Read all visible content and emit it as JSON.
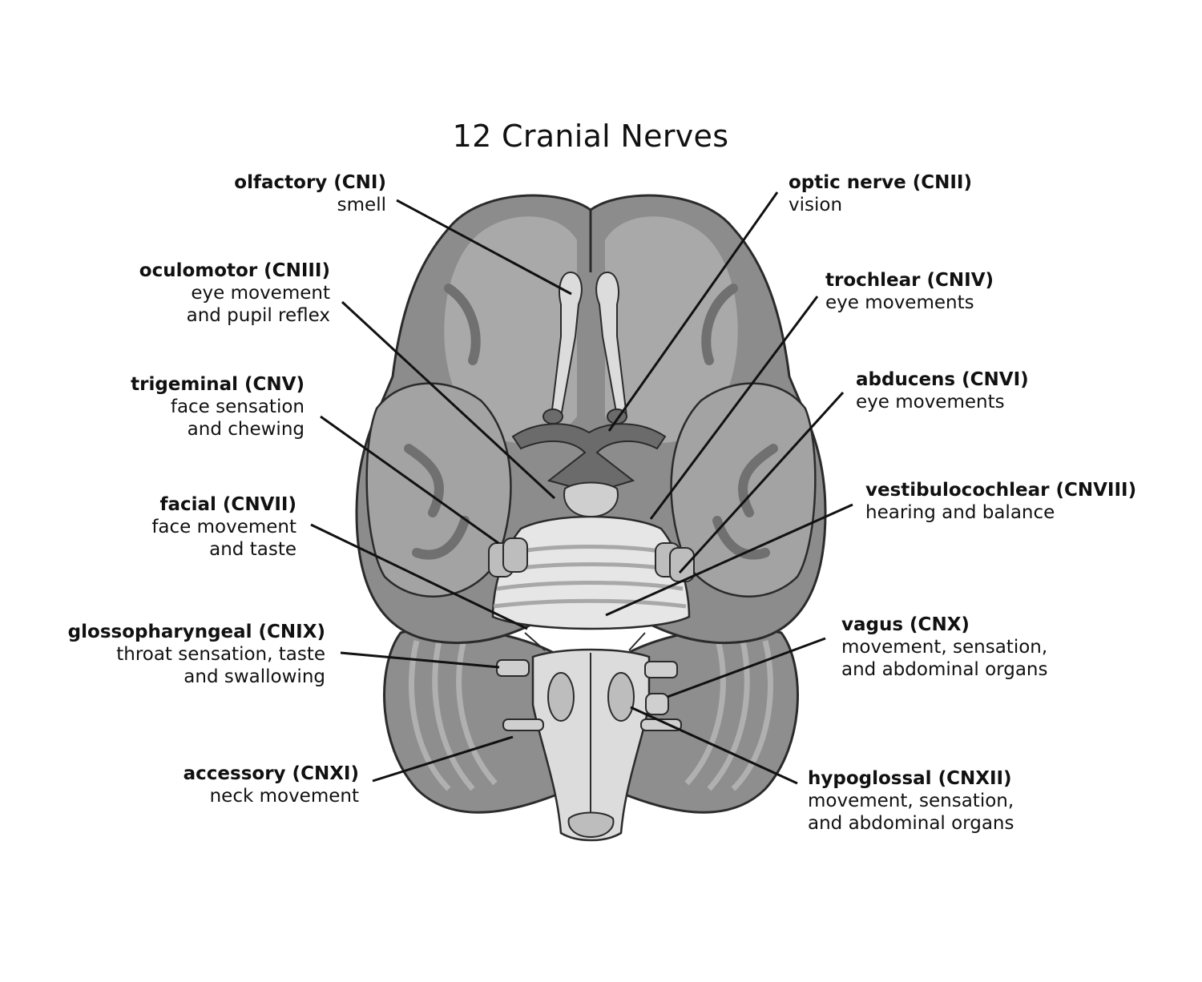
{
  "title": "12 Cranial Nerves",
  "colors": {
    "outline": "#2b2b2b",
    "cortex_dark": "#8a8a8a",
    "cortex_mid": "#a6a6a6",
    "cortex_light": "#c4c4c4",
    "structure_light": "#dcdcdc",
    "leader_line": "#111111"
  },
  "nerves": [
    {
      "id": "CNI",
      "name": "olfactory (CNI)",
      "desc": [
        "smell"
      ]
    },
    {
      "id": "CNII",
      "name": "optic nerve (CNII)",
      "desc": [
        "vision"
      ]
    },
    {
      "id": "CNIII",
      "name": "oculomotor (CNIII)",
      "desc": [
        "eye movement",
        "and pupil reflex"
      ]
    },
    {
      "id": "CNIV",
      "name": "trochlear (CNIV)",
      "desc": [
        "eye movements"
      ]
    },
    {
      "id": "CNV",
      "name": "trigeminal (CNV)",
      "desc": [
        "face sensation",
        "and chewing"
      ]
    },
    {
      "id": "CNVI",
      "name": "abducens (CNVI)",
      "desc": [
        "eye movements"
      ]
    },
    {
      "id": "CNVII",
      "name": "facial (CNVII)",
      "desc": [
        "face movement",
        "and taste"
      ]
    },
    {
      "id": "CNVIII",
      "name": "vestibulocochlear (CNVIII)",
      "desc": [
        "hearing and balance"
      ]
    },
    {
      "id": "CNIX",
      "name": "glossopharyngeal (CNIX)",
      "desc": [
        "throat sensation, taste",
        "and swallowing"
      ]
    },
    {
      "id": "CNX",
      "name": "vagus (CNX)",
      "desc": [
        "movement, sensation,",
        "and abdominal organs"
      ]
    },
    {
      "id": "CNXI",
      "name": "accessory (CNXI)",
      "desc": [
        "neck movement"
      ]
    },
    {
      "id": "CNXII",
      "name": "hypoglossal (CNXII)",
      "desc": [
        "movement, sensation,",
        "and abdominal organs"
      ]
    }
  ]
}
